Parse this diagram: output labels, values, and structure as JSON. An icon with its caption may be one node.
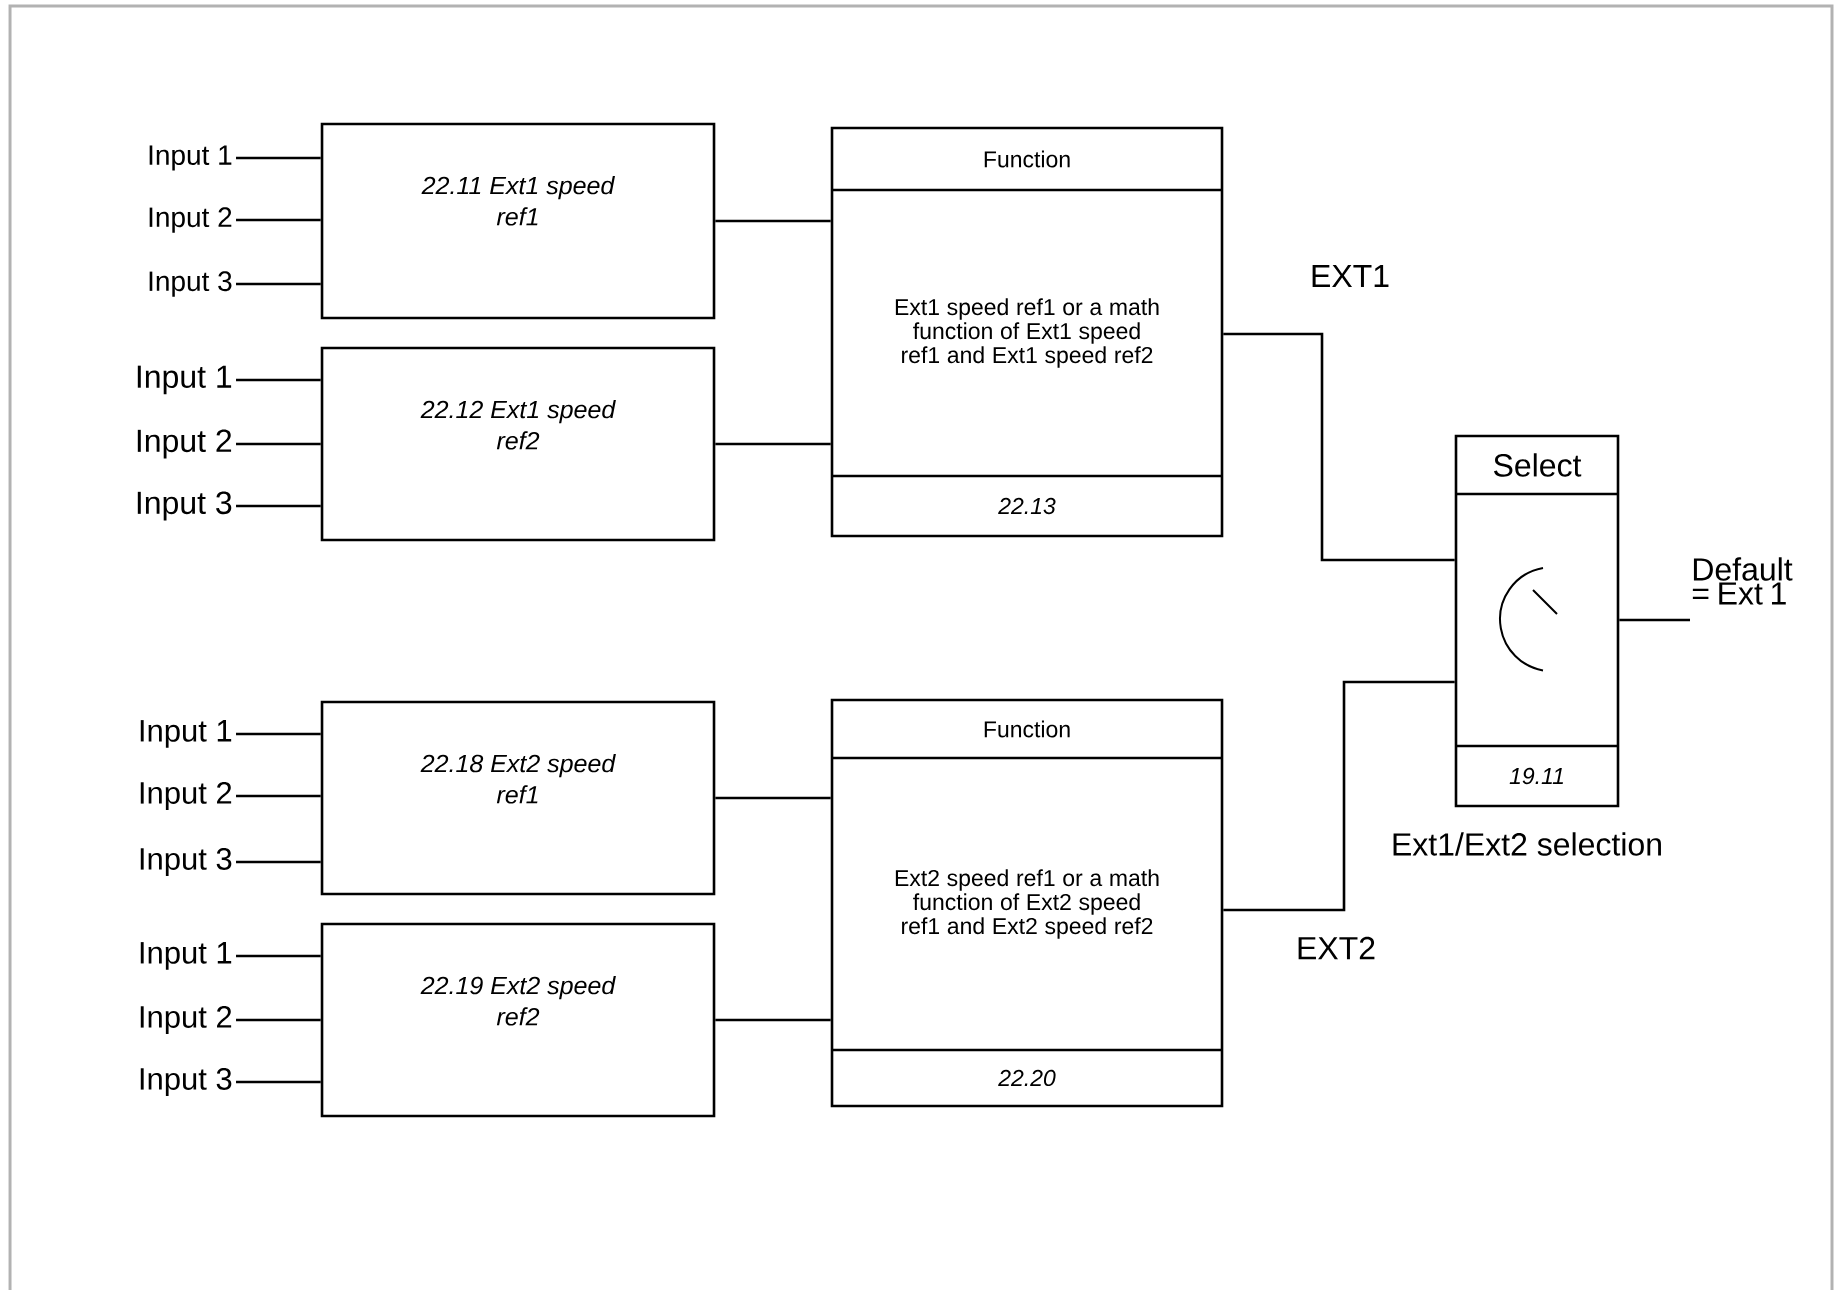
{
  "diagram": {
    "nodes": [
      {
        "text": [
          "Input 1"
        ]
      },
      {
        "text": [
          "Input 2"
        ]
      },
      {
        "text": [
          "Input 3"
        ]
      },
      {
        "text": [
          "22.11 Ext1 speed ref1"
        ]
      },
      {
        "text": [
          "Input 1"
        ]
      },
      {
        "text": [
          "Input 2"
        ]
      },
      {
        "text": [
          "Input 3"
        ]
      },
      {
        "text": [
          "22.12 Ext1 speed ref2"
        ]
      },
      {
        "text": [
          "Function",
          "Ext1 speed ref1 or a math function of Ext1 speed ref1 and Ext1 speed ref2",
          "22.13"
        ]
      },
      {
        "text": [
          "Select",
          "19.11"
        ],
        "beside": [
          "Ext1/Ext2 selection"
        ]
      },
      {
        "text": [
          "Input 1"
        ]
      },
      {
        "text": [
          "Input 2"
        ]
      },
      {
        "text": [
          "Input 3"
        ]
      },
      {
        "text": [
          "22.18 Ext2 speed ref1"
        ]
      },
      {
        "text": [
          "Input 1"
        ]
      },
      {
        "text": [
          "Input 2"
        ]
      },
      {
        "text": [
          "Input 3"
        ]
      },
      {
        "text": [
          "22.19 Ext2 speed ref2"
        ]
      },
      {
        "text": [
          "Function",
          "Ext2 speed ref1 or a math function of Ext2 speed ref1 and Ext2 speed ref2",
          "22.20"
        ]
      }
    ],
    "edges": [
      {
        "from": 0,
        "to": 3,
        "arrow": "none"
      },
      {
        "from": 1,
        "to": 3,
        "arrow": "none"
      },
      {
        "from": 2,
        "to": 3,
        "arrow": "none"
      },
      {
        "from": 4,
        "to": 7,
        "arrow": "none"
      },
      {
        "from": 5,
        "to": 7,
        "arrow": "none"
      },
      {
        "from": 6,
        "to": 7,
        "arrow": "none"
      },
      {
        "from": 3,
        "to": 8,
        "arrow": "none"
      },
      {
        "from": 7,
        "to": 8,
        "arrow": "none"
      },
      {
        "from": 8,
        "to": 9,
        "arrow": "none",
        "label": "EXT1"
      },
      {
        "from": 10,
        "to": 13,
        "arrow": "none"
      },
      {
        "from": 11,
        "to": 13,
        "arrow": "none"
      },
      {
        "from": 12,
        "to": 13,
        "arrow": "none"
      },
      {
        "from": 14,
        "to": 17,
        "arrow": "none"
      },
      {
        "from": 15,
        "to": 17,
        "arrow": "none"
      },
      {
        "from": 16,
        "to": 17,
        "arrow": "none"
      },
      {
        "from": 13,
        "to": 18,
        "arrow": "none"
      },
      {
        "from": 17,
        "to": 18,
        "arrow": "none"
      },
      {
        "from": 18,
        "to": 9,
        "arrow": "none",
        "label": "EXT2"
      },
      {
        "from": 9,
        "to": null,
        "arrow": "none",
        "label": "Default = Ext 1"
      }
    ]
  }
}
